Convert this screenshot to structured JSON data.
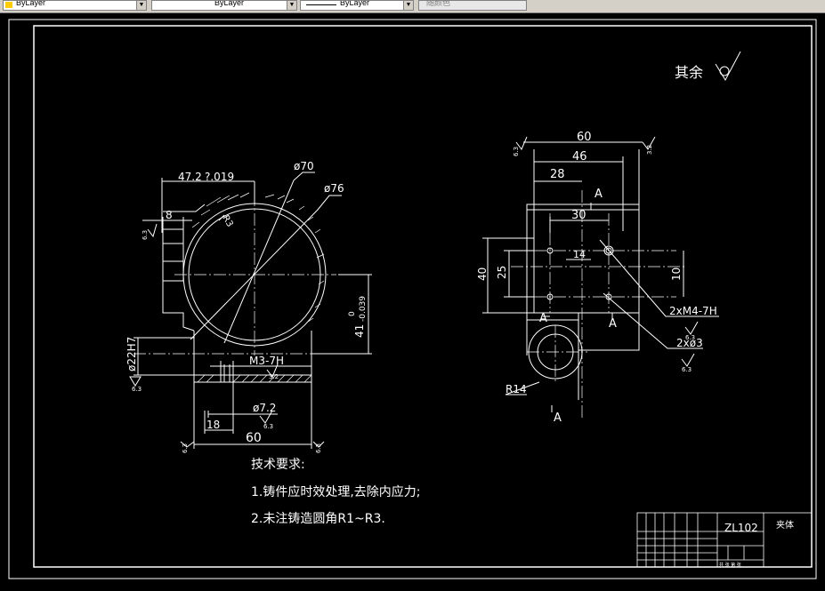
{
  "toolbar": {
    "color_select": {
      "value": "ByLayer",
      "swatch_color": "#ffcc00"
    },
    "linetype_select": {
      "value": "ByLayer"
    },
    "lineweight_select": {
      "value": "ByLayer"
    },
    "plotstyle_select": {
      "value": "随颜色"
    }
  },
  "drawing": {
    "roughness_note": "其余",
    "left_view": {
      "dims": {
        "d_47_2": "47.2",
        "d_47_2_tol": "?.019",
        "d_8": "8",
        "phi70": "ø70",
        "phi76": "ø76",
        "r3": "R3",
        "d_41": "41",
        "d_41_tol_upper": "0",
        "d_41_tol_lower": "-0.039",
        "phi22h7": "ø22H7",
        "m3": "M3-7H",
        "phi7_2": "ø7.2",
        "d_18": "18",
        "d_60": "60",
        "rough_63_a": "6.3",
        "rough_63_b": "6.3",
        "rough_63_c": "6.3",
        "rough_63_d": "6.3",
        "rough_63_e": "6.3",
        "rough_32": "3.2"
      }
    },
    "right_view": {
      "dims": {
        "d_60": "60",
        "d_46": "46",
        "d_28": "28",
        "d_30": "30",
        "d_14": "14",
        "d_40": "40",
        "d_25": "25",
        "d_10": "10",
        "m4": "2xM4-7H",
        "phi3": "2xø3",
        "r14": "R14",
        "section_a1": "A",
        "section_a2": "A",
        "section_a3": "A",
        "section_a4": "A",
        "rough_63_a": "6.3",
        "rough_63_b": "6.3",
        "rough_63_c": "6.3",
        "rough_32": "3.2"
      }
    },
    "notes": {
      "title": "技术要求:",
      "line1": "1.铸件应时效处理,去除内应力;",
      "line2": "2.未注铸造圆角R1~R3."
    },
    "title_block": {
      "material": "ZL102",
      "part_name": "夹体",
      "scale_label": "共 张 第 张"
    }
  },
  "colors": {
    "background": "#000000",
    "lines": "#ffffff",
    "toolbar": "#d4d0c8"
  }
}
